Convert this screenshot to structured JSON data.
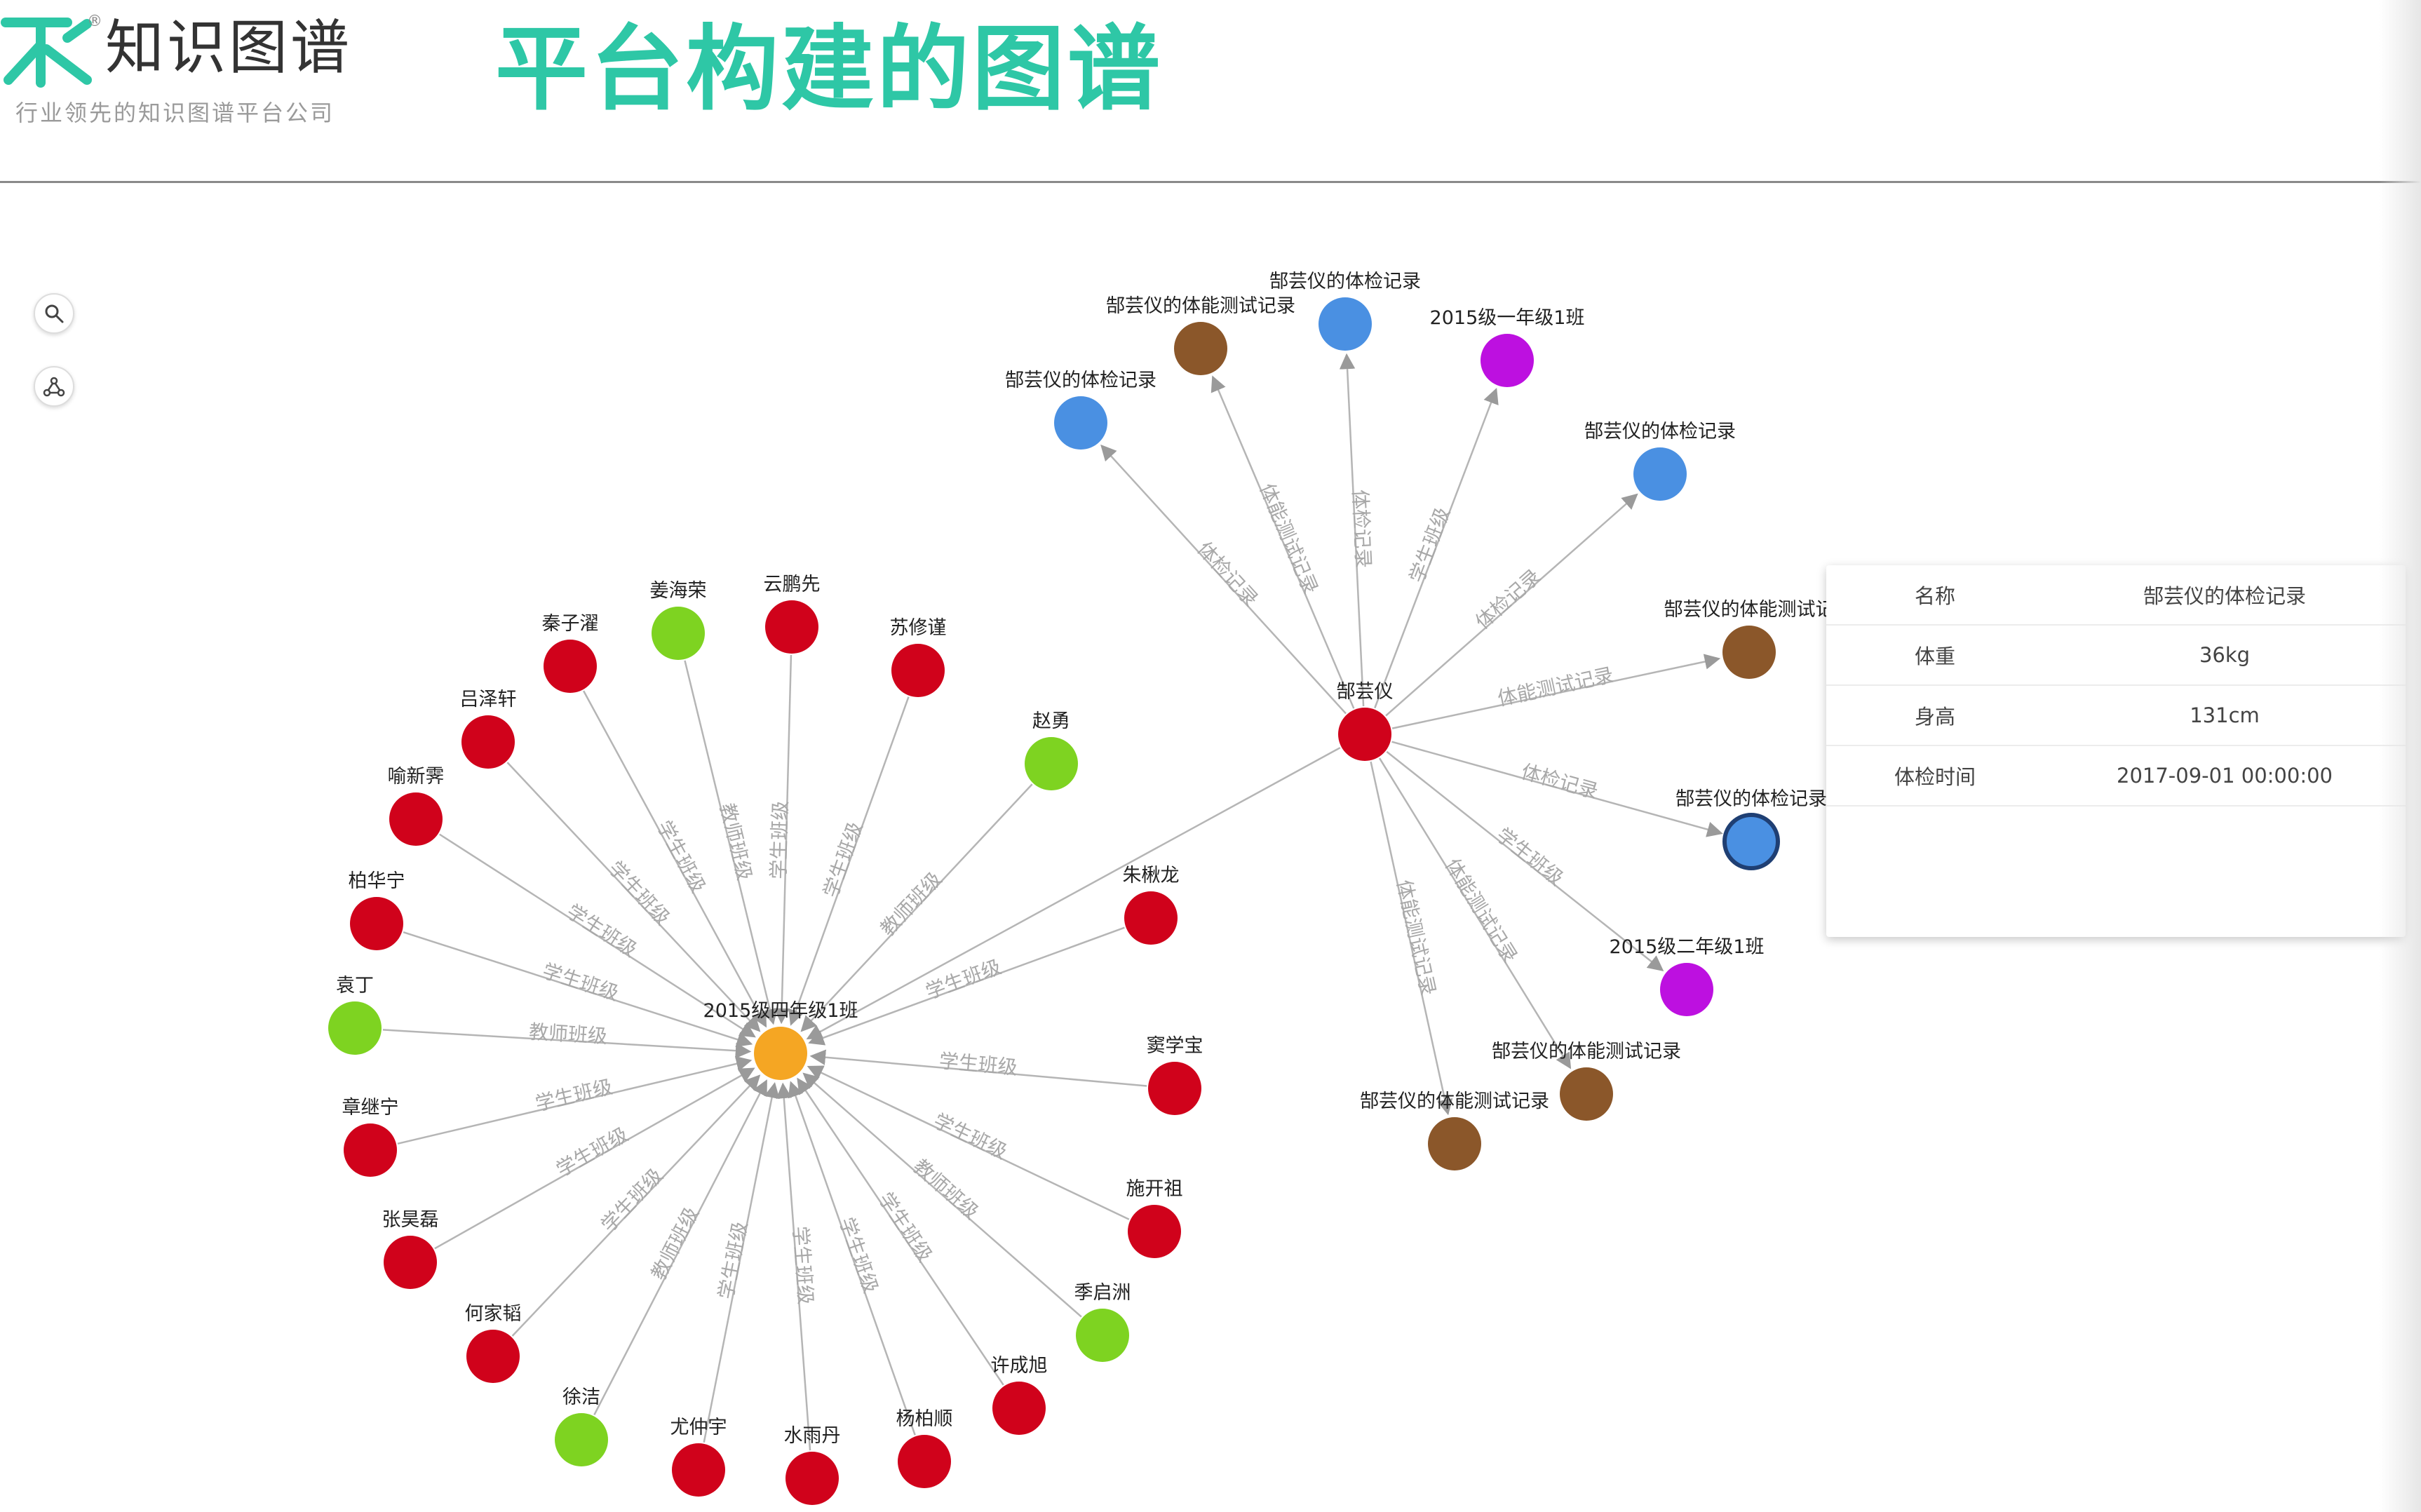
{
  "header": {
    "logo_name": "知识图谱",
    "logo_mark": "®",
    "slogan": "行业领先的知识图谱平台公司",
    "title": "平台构建的图谱"
  },
  "toolbar": {
    "search_icon": "search-icon",
    "layout_icon": "graph-layout-icon"
  },
  "colors": {
    "accent": "#2ec7a6",
    "student": "#d0021b",
    "teacher": "#7ed321",
    "class": "#f5a623",
    "health": "#4a90e2",
    "fitness": "#8b572a",
    "grade": "#bd10e0",
    "edge": "#b5b5b5"
  },
  "graph": {
    "class_node": "2015级四年级1班",
    "student_node": "郜芸仪",
    "class_members": [
      {
        "name": "秦子濯",
        "color": "#d0021b",
        "edge": "学生班级"
      },
      {
        "name": "姜海荣",
        "color": "#7ed321",
        "edge": "教师班级"
      },
      {
        "name": "云鹏先",
        "color": "#d0021b",
        "edge": "学生班级"
      },
      {
        "name": "苏修谨",
        "color": "#d0021b",
        "edge": "学生班级"
      },
      {
        "name": "赵勇",
        "color": "#7ed321",
        "edge": "教师班级"
      },
      {
        "name": "朱楸龙",
        "color": "#d0021b",
        "edge": "学生班级"
      },
      {
        "name": "吕泽轩",
        "color": "#d0021b",
        "edge": "学生班级"
      },
      {
        "name": "喻新霁",
        "color": "#d0021b",
        "edge": "学生班级"
      },
      {
        "name": "柏华宁",
        "color": "#d0021b",
        "edge": "学生班级"
      },
      {
        "name": "袁丁",
        "color": "#7ed321",
        "edge": "教师班级"
      },
      {
        "name": "章继宁",
        "color": "#d0021b",
        "edge": "学生班级"
      },
      {
        "name": "张昊磊",
        "color": "#d0021b",
        "edge": "学生班级"
      },
      {
        "name": "何家韬",
        "color": "#d0021b",
        "edge": "学生班级"
      },
      {
        "name": "徐洁",
        "color": "#7ed321",
        "edge": "教师班级"
      },
      {
        "name": "尤仲宇",
        "color": "#d0021b",
        "edge": "学生班级"
      },
      {
        "name": "水雨丹",
        "color": "#d0021b",
        "edge": "学生班级"
      },
      {
        "name": "杨柏顺",
        "color": "#d0021b",
        "edge": "学生班级"
      },
      {
        "name": "许成旭",
        "color": "#d0021b",
        "edge": "学生班级"
      },
      {
        "name": "季启洲",
        "color": "#7ed321",
        "edge": "教师班级"
      },
      {
        "name": "施开祖",
        "color": "#d0021b",
        "edge": "学生班级"
      },
      {
        "name": "窦学宝",
        "color": "#d0021b",
        "edge": "学生班级"
      }
    ],
    "student_links": [
      {
        "name": "郜芸仪的体检记录",
        "color": "#4a90e2",
        "edge": "体检记录"
      },
      {
        "name": "郜芸仪的体能测试记录",
        "color": "#8b572a",
        "edge": "体能测试记录"
      },
      {
        "name": "郜芸仪的体检记录",
        "color": "#4a90e2",
        "edge": "体检记录"
      },
      {
        "name": "2015级一年级1班",
        "color": "#bd10e0",
        "edge": "学生班级"
      },
      {
        "name": "郜芸仪的体检记录",
        "color": "#4a90e2",
        "edge": "体检记录"
      },
      {
        "name": "郜芸仪的体能测试记",
        "color": "#8b572a",
        "edge": "体能测试记录"
      },
      {
        "name": "郜芸仪的体检记录",
        "color": "#4a90e2",
        "edge": "体检记录",
        "selected": true
      },
      {
        "name": "2015级二年级1班",
        "color": "#bd10e0",
        "edge": "学生班级"
      },
      {
        "name": "郜芸仪的体能测试记录",
        "color": "#8b572a",
        "edge": "体能测试记录"
      },
      {
        "name": "郜芸仪的体能测试记录",
        "color": "#8b572a",
        "edge": "体能测试记录"
      }
    ]
  },
  "info_panel": {
    "rows": [
      {
        "key": "名称",
        "value": "郜芸仪的体检记录"
      },
      {
        "key": "体重",
        "value": "36kg"
      },
      {
        "key": "身高",
        "value": "131cm"
      },
      {
        "key": "体检时间",
        "value": "2017-09-01 00:00:00"
      }
    ]
  }
}
